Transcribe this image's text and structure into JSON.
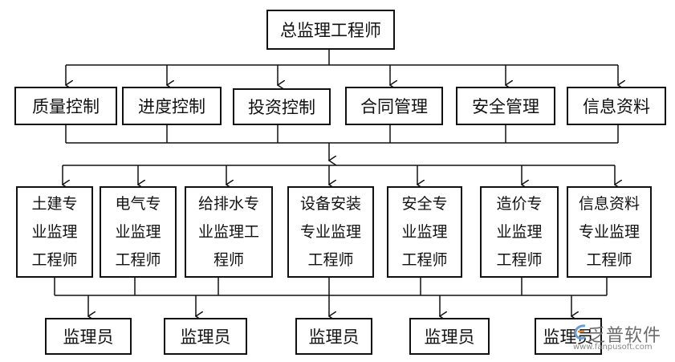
{
  "root": {
    "label": "总监理工程师"
  },
  "departments": [
    {
      "label": "质量控制"
    },
    {
      "label": "进度控制"
    },
    {
      "label": "投资控制"
    },
    {
      "label": "合同管理"
    },
    {
      "label": "安全管理"
    },
    {
      "label": "信息资料"
    }
  ],
  "engineers": [
    {
      "label": "土建专\n业监理\n工程师"
    },
    {
      "label": "电气专\n业监理\n工程师"
    },
    {
      "label": "给排水专\n业监理工\n程师"
    },
    {
      "label": "设备安装\n专业监理\n工程师"
    },
    {
      "label": "安全专\n业监理\n工程师"
    },
    {
      "label": "造价专\n业监理\n工程师"
    },
    {
      "label": "信息资料\n专业监理\n工程师"
    }
  ],
  "supervisors": [
    {
      "label": "监理员"
    },
    {
      "label": "监理员"
    },
    {
      "label": "监理员"
    },
    {
      "label": "监理员"
    },
    {
      "label": "监理员"
    }
  ],
  "watermark": {
    "brand": "乏普软件",
    "url": "www.fanpusoft.com"
  },
  "colors": {
    "line": "#111111",
    "watermark": "#6b6b6b"
  }
}
